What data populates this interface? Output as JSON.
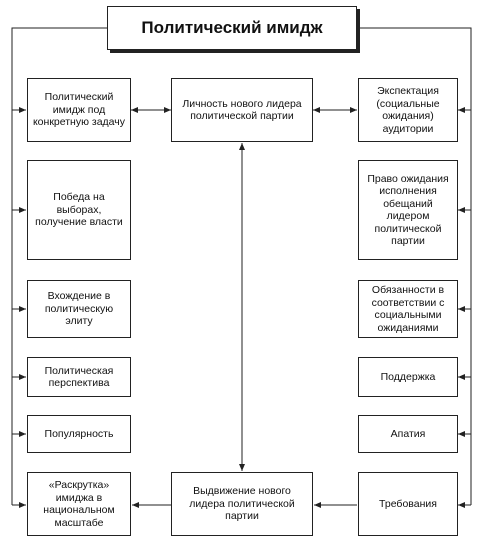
{
  "title": "Политический имидж",
  "left": {
    "items": [
      {
        "label": "Политический имидж под конкретную задачу"
      },
      {
        "label": "Победа на выборах, получение власти"
      },
      {
        "label": "Вхождение в политическую элиту"
      },
      {
        "label": "Политическая перспектива"
      },
      {
        "label": "Популярность"
      },
      {
        "label": "«Раскрутка» имиджа в национальном масштабе"
      }
    ]
  },
  "center": {
    "top": {
      "label": "Личность нового лидера политической партии"
    },
    "bottom": {
      "label": "Выдвижение нового лидера политической партии"
    }
  },
  "right": {
    "items": [
      {
        "label": "Экспектация (социальные ожидания) аудитории"
      },
      {
        "label": "Право ожидания исполнения обещаний лидером политической партии"
      },
      {
        "label": "Обязанности в соответствии с социальными ожиданиями"
      },
      {
        "label": "Поддержка"
      },
      {
        "label": "Апатия"
      },
      {
        "label": "Требования"
      }
    ]
  }
}
